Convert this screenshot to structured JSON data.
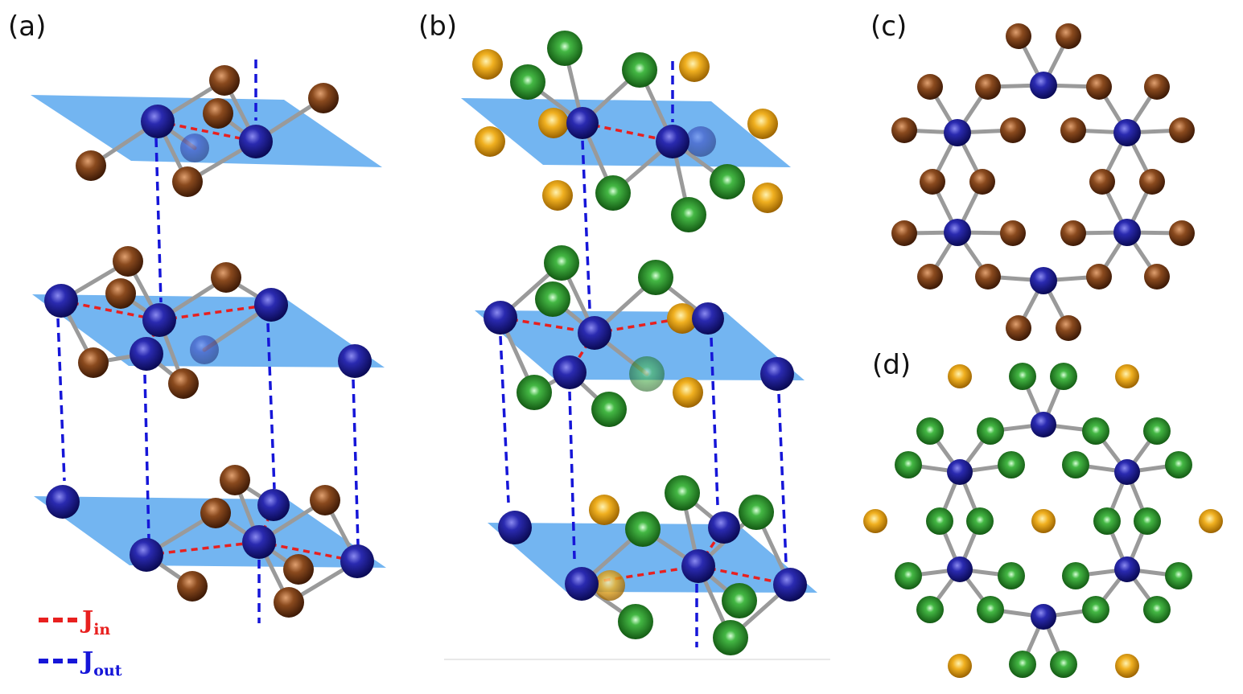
{
  "panels": [
    {
      "id": "a",
      "label": "(a)"
    },
    {
      "id": "b",
      "label": "(b)"
    },
    {
      "id": "c",
      "label": "(c)"
    },
    {
      "id": "d",
      "label": "(d)"
    }
  ],
  "legend": {
    "items": [
      {
        "main": "J",
        "sub": "in",
        "color": "#e8201f"
      },
      {
        "main": "J",
        "sub": "out",
        "color": "#1616d8"
      }
    ]
  },
  "colors": {
    "plane": "#5aa8ef",
    "blue_atom": "#1b1b8c",
    "brown_atom": "#7a3d16",
    "green_atom": "#1d8a1d",
    "gold_atom": "#e6a317",
    "bond": "#9a9a9a",
    "j_in": "#e8201f",
    "j_out": "#1616d8"
  }
}
